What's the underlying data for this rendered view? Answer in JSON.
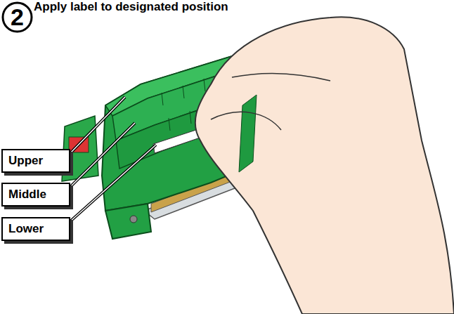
{
  "diagram": {
    "title": "Apply label to designated position",
    "nodes": [
      {
        "text": [
          "2"
        ]
      },
      {
        "text": [
          "Upper"
        ]
      },
      {
        "text": [
          "Middle"
        ]
      },
      {
        "text": [
          "Lower"
        ]
      }
    ]
  }
}
